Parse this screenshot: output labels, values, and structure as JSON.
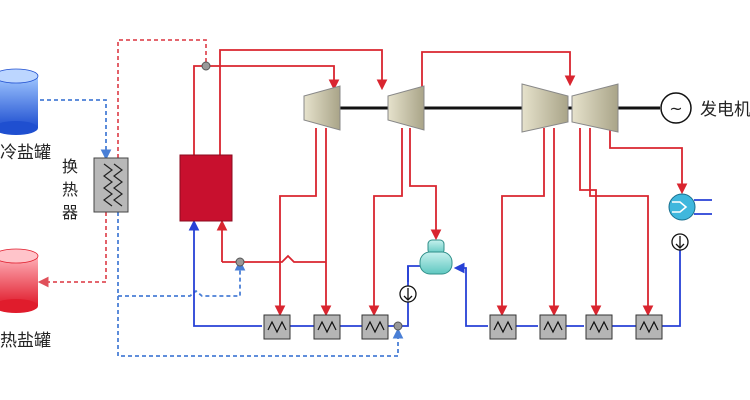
{
  "labels": {
    "cold_tank": "冷盐罐",
    "hot_tank": "热盐罐",
    "heat_exchanger_line1": "换",
    "heat_exchanger_line2": "热",
    "heat_exchanger_line3": "器",
    "generator": "发电机",
    "generator_symbol": "~"
  },
  "colors": {
    "hot_line": "#d9252f",
    "cold_line": "#2741d6",
    "salt_dashed_cold": "#4a7fd6",
    "salt_dashed_hot": "#e0505a",
    "boiler": "#c8102e",
    "turbine": "#c9c4a8",
    "heater": "#b5b5b5",
    "deaerator": "#7fd6d0",
    "condenser": "#3fb7dd"
  }
}
